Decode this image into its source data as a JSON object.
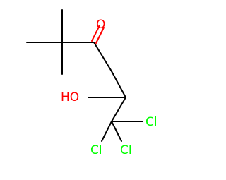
{
  "molecule": {
    "atoms": {
      "oxygen_ketone": "O",
      "hydroxyl": "HO",
      "chlorine_right": "Cl",
      "chlorine_bottom_left": "Cl",
      "chlorine_bottom_right": "Cl"
    },
    "colors": {
      "bond": "#000000",
      "oxygen": "#ff0000",
      "chlorine": "#00ff00",
      "carbon_label": "#000000"
    }
  }
}
